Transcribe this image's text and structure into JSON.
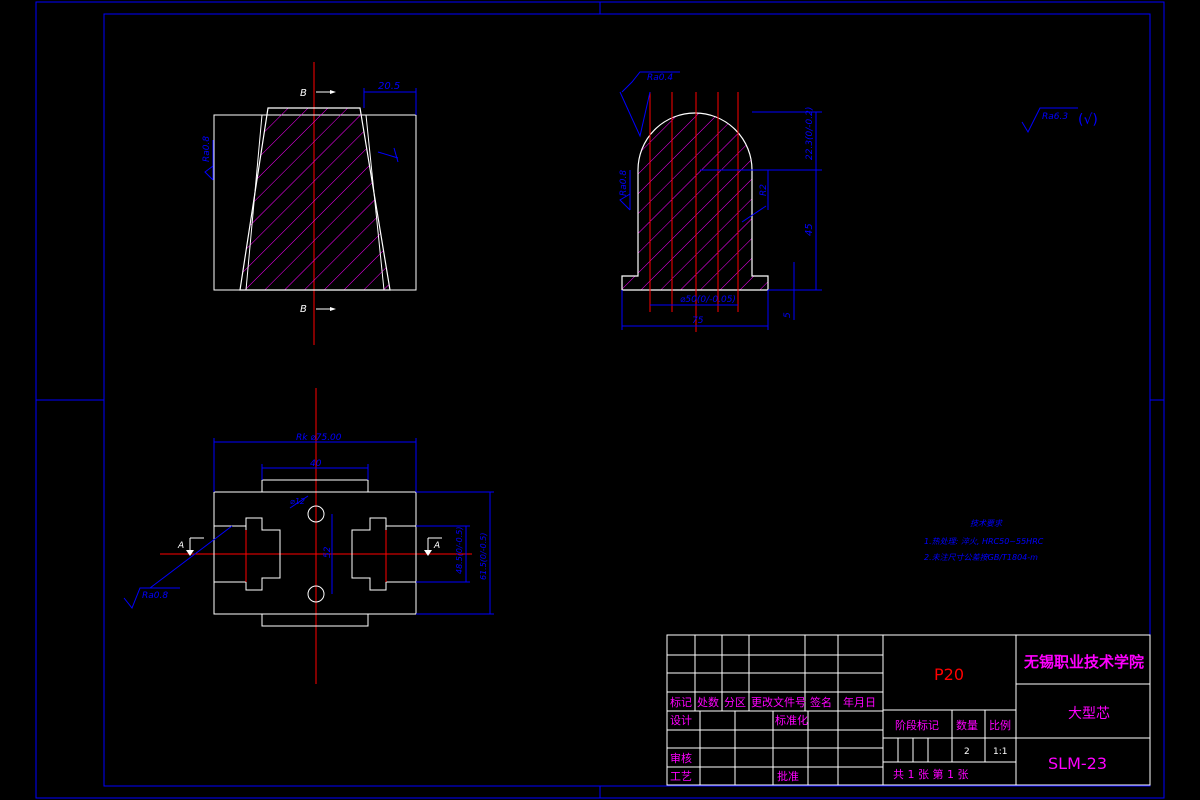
{
  "colors": {
    "background": "#000000",
    "frame": "#0000ff",
    "outline": "#ffffff",
    "center_line": "#ff0000",
    "hatch": "#ff00ff",
    "dimension": "#0000ff",
    "title_text": "#ff00ff",
    "part_number": "#ff0000"
  },
  "section_view": {
    "label_top": "B",
    "label_bottom": "B",
    "dim_top": "20.5",
    "roughness": "Ra0.8"
  },
  "side_view": {
    "roughness_top": "Ra0.4",
    "roughness_left": "Ra0.8",
    "dim_height_upper": "22.3(0/-0.2)",
    "dim_height_main": "45",
    "dim_small": "R2",
    "dim_base": "5",
    "dim_diameter": "⌀50(0/-0.05)",
    "dim_width": "75"
  },
  "general_roughness": {
    "value": "Ra6.3",
    "check": "(√)"
  },
  "plan_view": {
    "dim_overall": "Rk ⌀75.00",
    "dim_inner": "40",
    "dim_hole": "⌀12",
    "dim_center": "52",
    "dim_right_1": "48.5(0/-0.5)",
    "dim_right_2": "61.5(0/-0.5)",
    "section_label_left": "A",
    "section_label_right": "A",
    "roughness": "Ra0.8"
  },
  "notes": {
    "title": "技术要求",
    "line1": "1.热处理: 淬火, HRC50~55HRC",
    "line2": "2.未注尺寸公差按GB/T1804-m"
  },
  "title_block": {
    "part_number": "P20",
    "school": "无锡职业技术学院",
    "part_name": "大型芯",
    "drawing_no": "SLM-23",
    "header_marks": "标记",
    "header_count": "处数",
    "header_zone": "分区",
    "header_change_doc": "更改文件号",
    "header_sign": "签名",
    "header_date": "年月日",
    "design": "设计",
    "standardize": "标准化",
    "stage_mark": "阶段标记",
    "quantity": "数量",
    "scale": "比例",
    "quantity_value": "2",
    "scale_value": "1:1",
    "review": "审核",
    "process": "工艺",
    "approve": "批准",
    "sheet": "共 1 张 第 1 张"
  }
}
